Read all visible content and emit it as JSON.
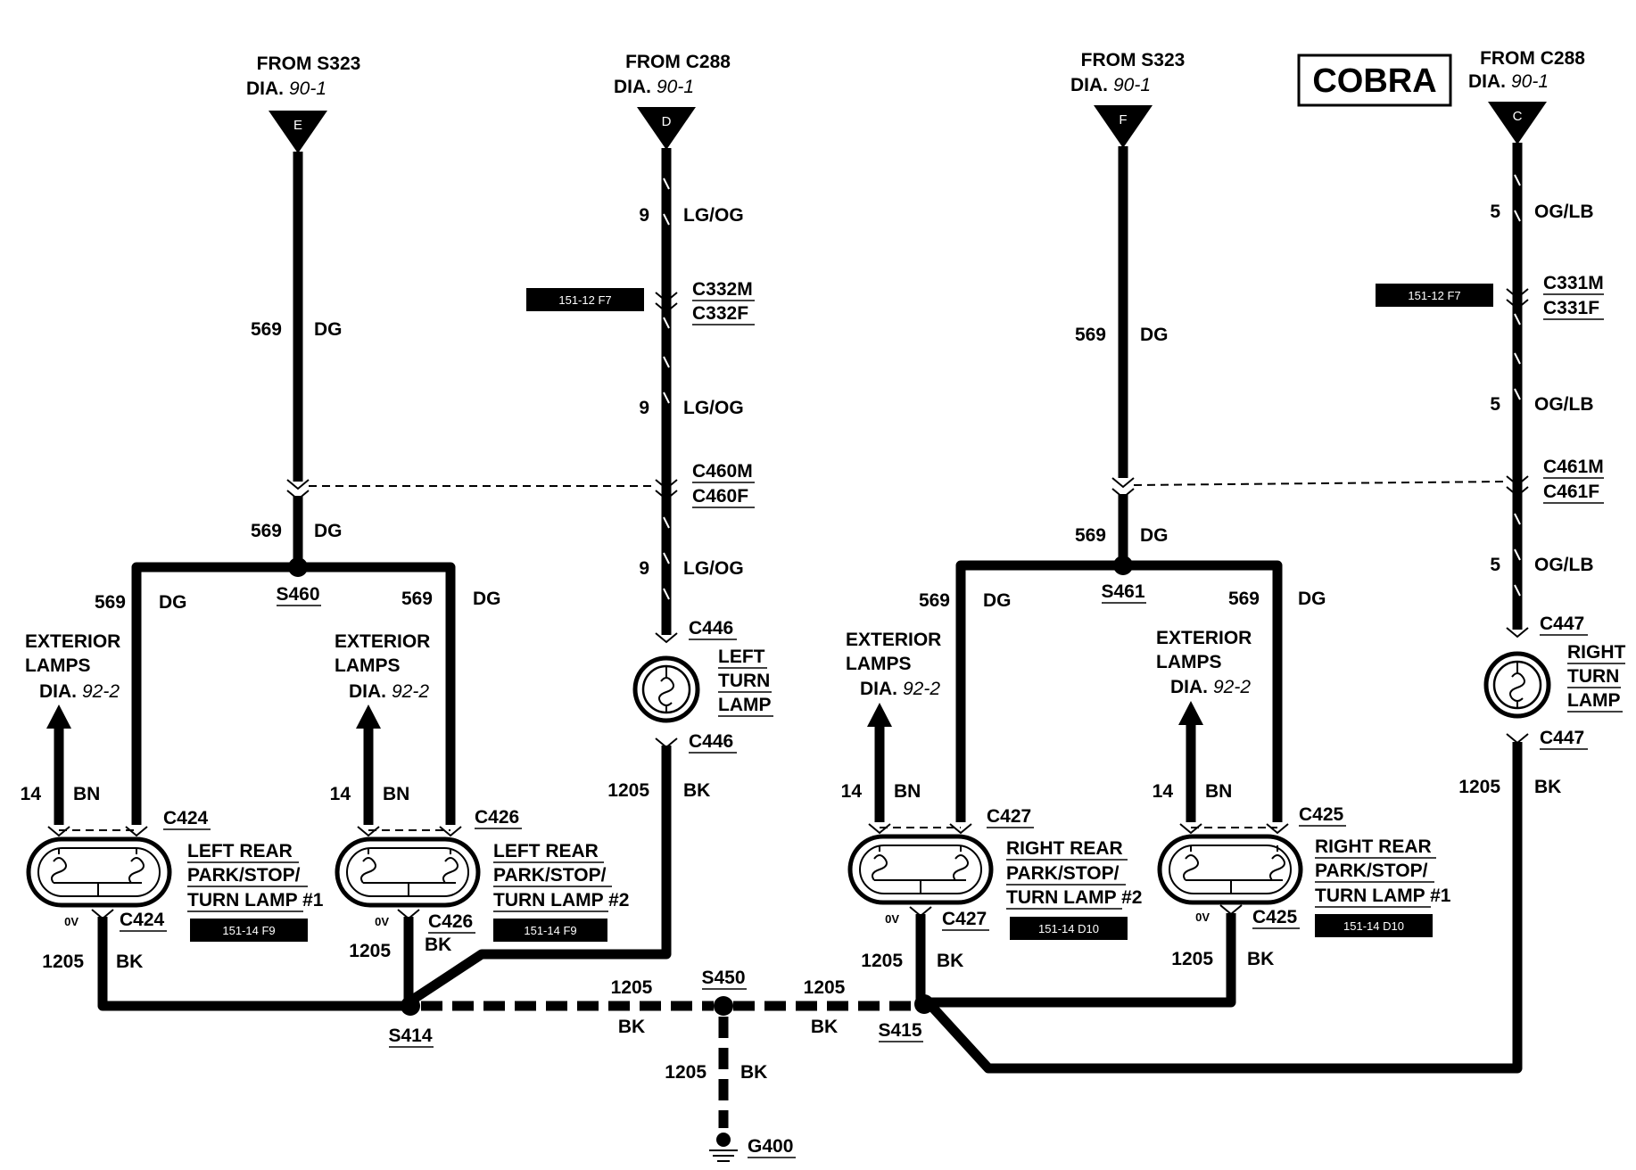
{
  "badge": "COBRA",
  "feeds": [
    {
      "from": "FROM S323",
      "dia_prefix": "DIA.",
      "dia_ref": "90-1",
      "letter": "E"
    },
    {
      "from": "FROM C288",
      "dia_prefix": "DIA.",
      "dia_ref": "90-1",
      "letter": "D"
    },
    {
      "from": "FROM S323",
      "dia_prefix": "DIA.",
      "dia_ref": "90-1",
      "letter": "F"
    },
    {
      "from": "FROM C288",
      "dia_prefix": "DIA.",
      "dia_ref": "90-1",
      "letter": "C"
    }
  ],
  "wires": {
    "dg_num": "569",
    "dg_color": "DG",
    "lgog_num": "9",
    "lgog_color": "LG/OG",
    "oglb_num": "5",
    "oglb_color": "OG/LB",
    "bn_num": "14",
    "bn_color": "BN",
    "bk_num": "1205",
    "bk_color": "BK"
  },
  "connectors": {
    "c332m": "C332M",
    "c332f": "C332F",
    "c331m": "C331M",
    "c331f": "C331F",
    "c460m": "C460M",
    "c460f": "C460F",
    "c461m": "C461M",
    "c461f": "C461F",
    "c446": "C446",
    "c447": "C447",
    "c424": "C424",
    "c426": "C426",
    "c427": "C427",
    "c425": "C425"
  },
  "splices": {
    "s460": "S460",
    "s461": "S461",
    "s414": "S414",
    "s415": "S415",
    "s450": "S450"
  },
  "ground": "G400",
  "location_tags": {
    "f7": "151-12 F7",
    "f9": "151-14 F9",
    "d10": "151-14 D10"
  },
  "exterior": {
    "line1": "EXTERIOR",
    "line2": "LAMPS",
    "dia_prefix": "DIA.",
    "dia_ref": "92-2"
  },
  "lamps": {
    "left_turn": [
      "LEFT",
      "TURN",
      "LAMP"
    ],
    "right_turn": [
      "RIGHT",
      "TURN",
      "LAMP"
    ],
    "lr1": [
      "LEFT REAR",
      "PARK/STOP/",
      "TURN LAMP #1"
    ],
    "lr2": [
      "LEFT REAR",
      "PARK/STOP/",
      "TURN LAMP #2"
    ],
    "rr2": [
      "RIGHT REAR",
      "PARK/STOP/",
      "TURN LAMP #2"
    ],
    "rr1": [
      "RIGHT REAR",
      "PARK/STOP/",
      "TURN LAMP #1"
    ]
  },
  "zero_volt": "0V"
}
